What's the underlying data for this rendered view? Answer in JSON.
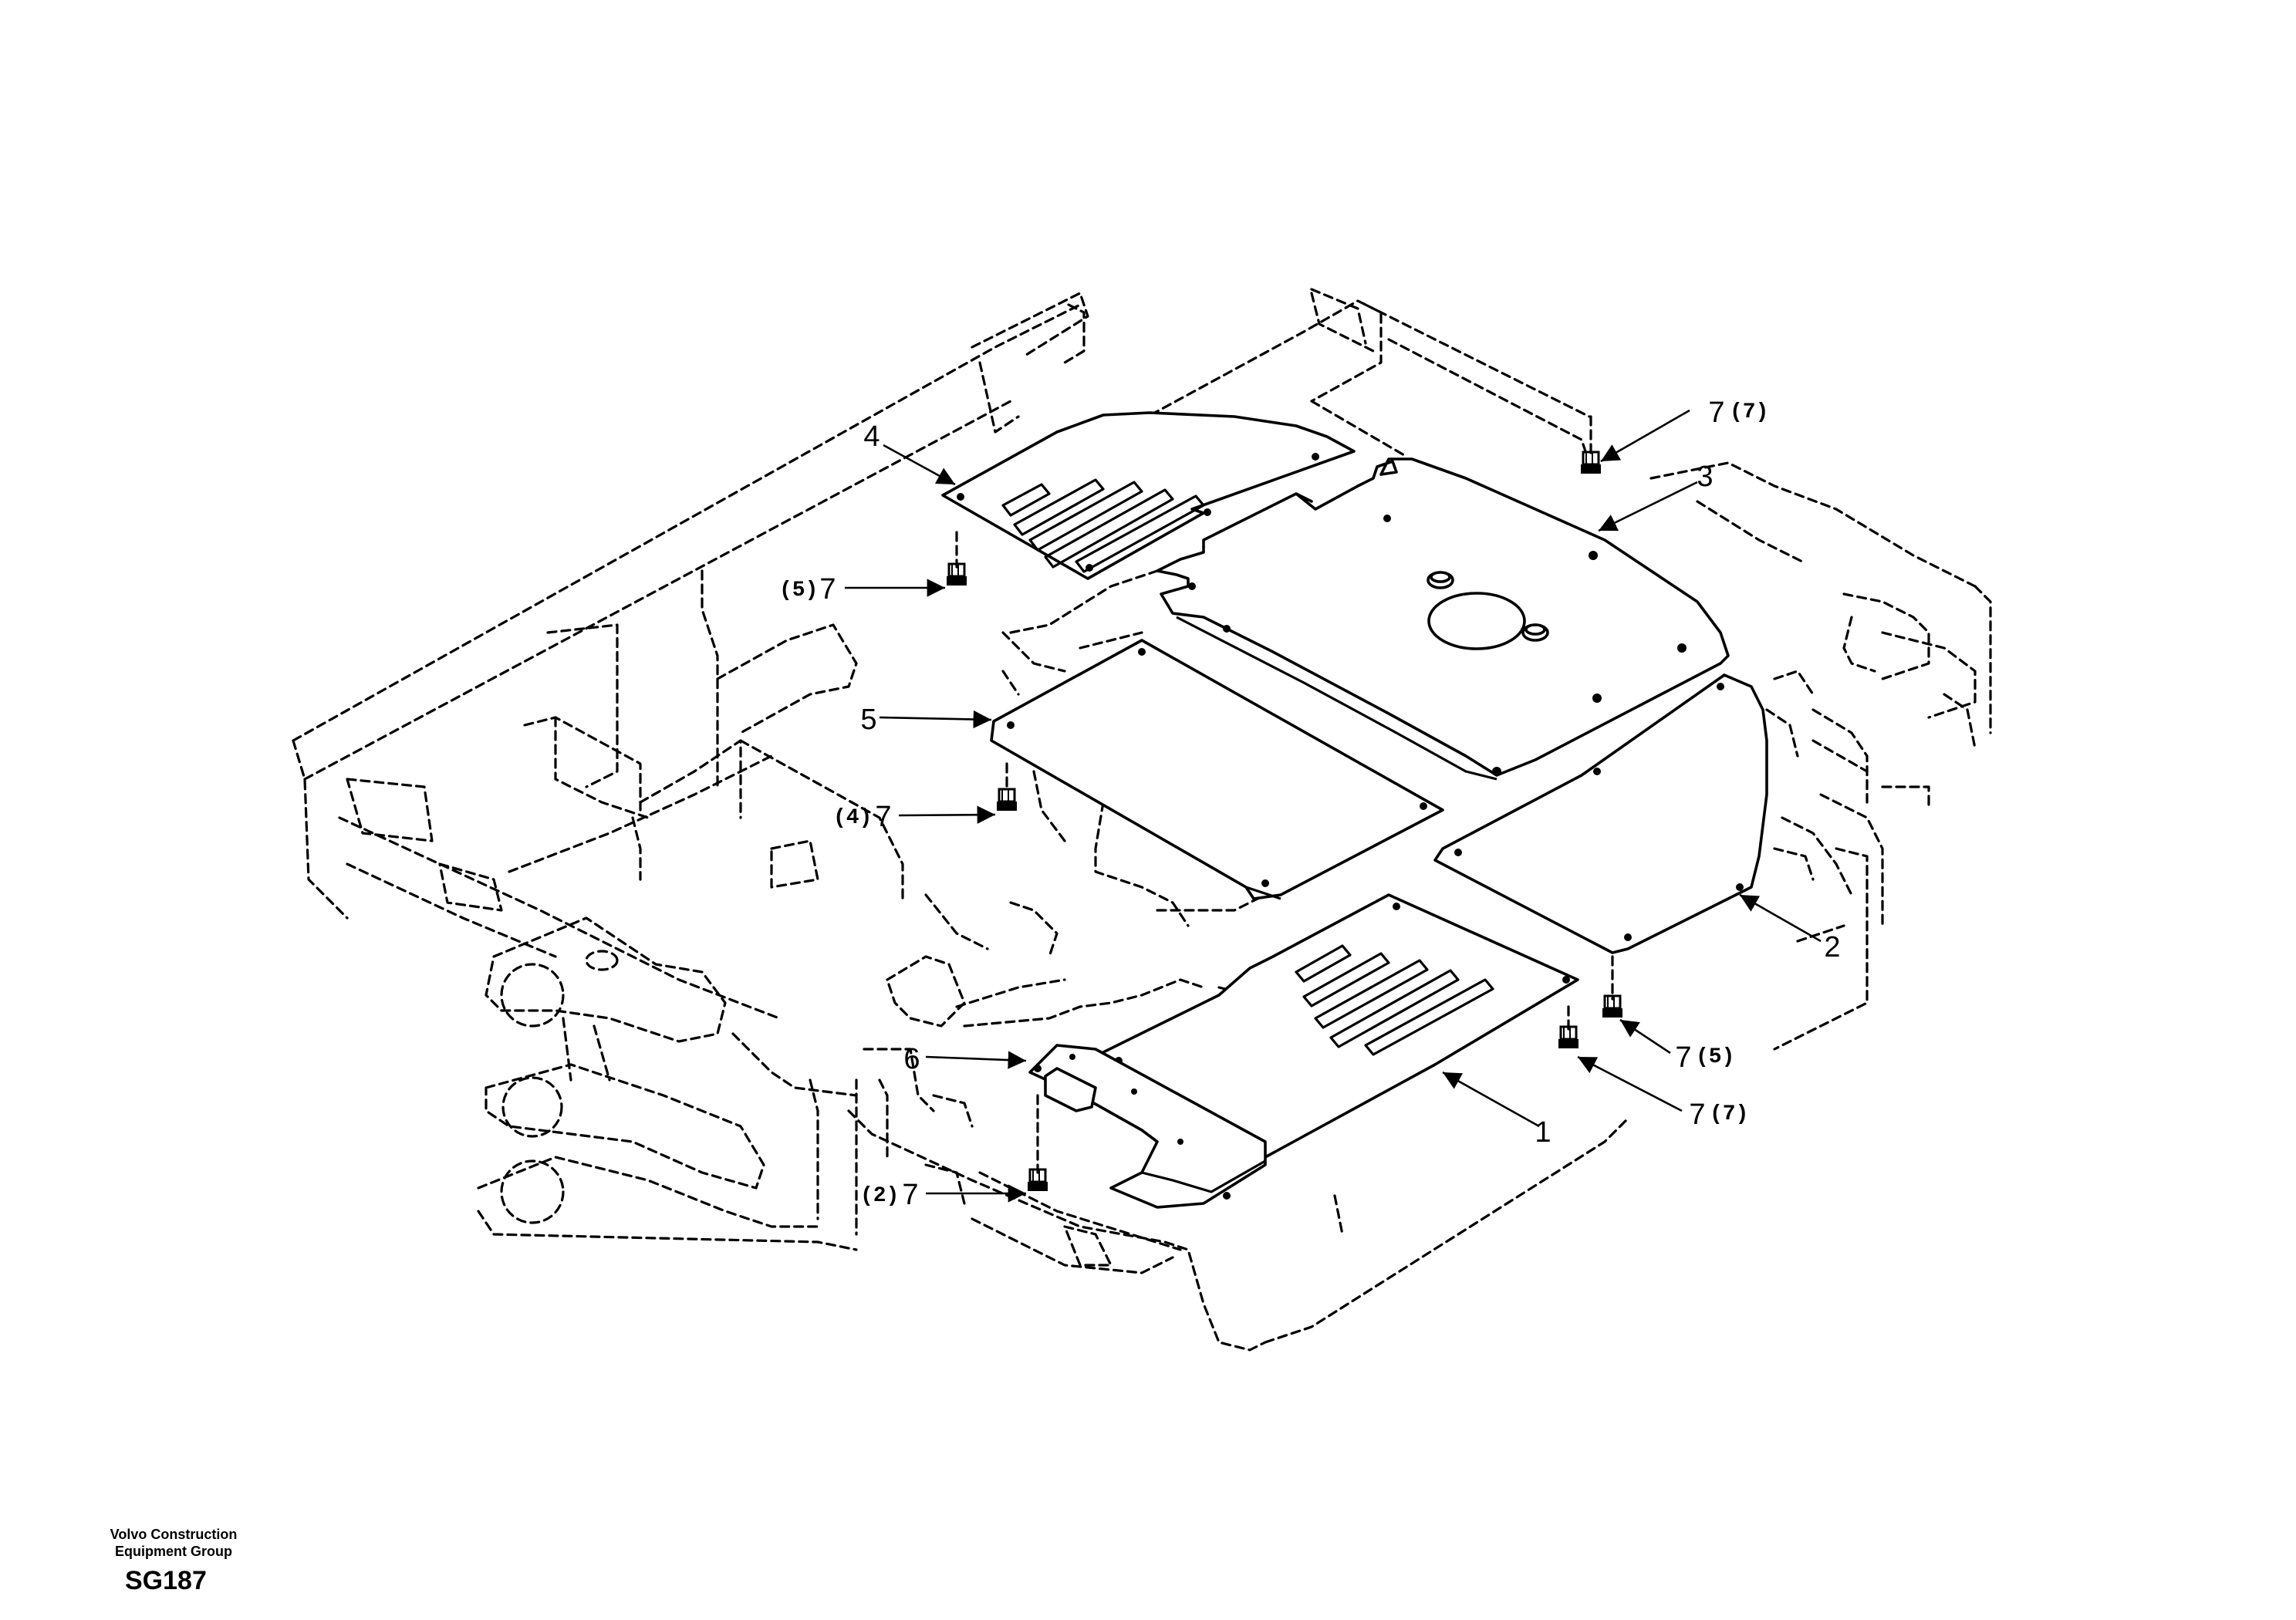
{
  "footer": {
    "company_line1": "Volvo Construction",
    "company_line2": "Equipment Group",
    "drawing_code": "SG187"
  },
  "callouts": {
    "c1": {
      "num": "1",
      "qty": ""
    },
    "c2": {
      "num": "2",
      "qty": ""
    },
    "c3": {
      "num": "3",
      "qty": ""
    },
    "c4": {
      "num": "4",
      "qty": ""
    },
    "c5": {
      "num": "5",
      "qty": ""
    },
    "c6": {
      "num": "6",
      "qty": ""
    },
    "bolt_top": {
      "num": "7",
      "qty": "(7)"
    },
    "bolt_p4": {
      "num": "7",
      "qty": "(5)"
    },
    "bolt_p5": {
      "num": "7",
      "qty": "(4)"
    },
    "bolt_p6": {
      "num": "7",
      "qty": "(2)"
    },
    "bolt_r1": {
      "num": "7",
      "qty": "(5)"
    },
    "bolt_r2": {
      "num": "7",
      "qty": "(7)"
    }
  }
}
